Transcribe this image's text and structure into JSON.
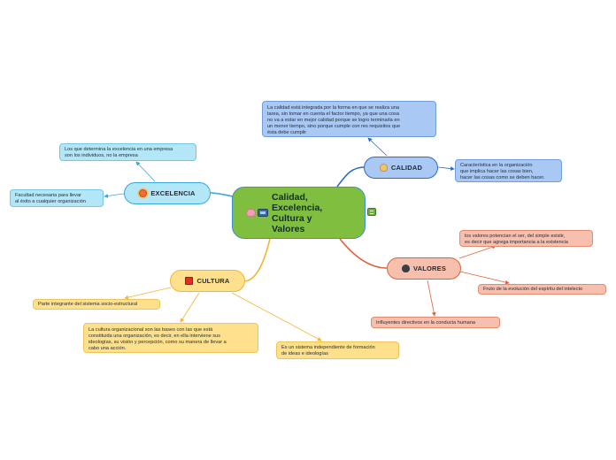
{
  "colors": {
    "center": "#7fbe3f",
    "calidad": "#2c6ac8",
    "excelencia": "#37a9d8",
    "cultura": "#f0b63a",
    "valores": "#e0613c"
  },
  "center": {
    "title": "Calidad,\nExcelencia,\nCultura y\nValores",
    "icons": [
      "brain-icon",
      "screen-icon",
      "note-icon"
    ]
  },
  "branches": {
    "calidad": {
      "label": "CALIDAD",
      "icon": "medal-icon",
      "items": [
        "La calidad está integrada por la forma en que se realiza una\ntarea, sin tomar en cuenta el factor tiempo, ya que una cosa\nno va a estar en mejor calidad porque se logro terminarla en\nun menor tiempo, sino porque cumple con res requisitos que\nésta debe cumplir",
        "Característica en la organización\nque implica hacer las cosas bien,\nhacer las cosas como se deben hacer."
      ]
    },
    "excelencia": {
      "label": "EXCELENCIA",
      "icon": "star-icon",
      "items": [
        "Los que determina la excelencia en una empresa\nson los individuos, no la empresa",
        "Facultad necesaria para llevar\nal éxito a cualquier organización"
      ]
    },
    "cultura": {
      "label": "CULTURA",
      "icon": "book-icon",
      "items": [
        "Parte integrante del sistema socio-estructural",
        "La cultura organizacional son las bases con las que está\nconstituida una organización, es decir, en ella interviene sus\nideologías, su visión y percepción, como su manera de llevar a\ncabo una acción.",
        "Es un sistema independiente de formación\nde ideas e ideologías"
      ]
    },
    "valores": {
      "label": "VALORES",
      "icon": "heart-icon",
      "items": [
        "los valores potencian el ser, del simple existir,\nes decir que agrega importancia a la existencia",
        "Fruto de la evolución del espíritu del intelecto",
        "Influyentes directivos en la conducta humana"
      ]
    }
  }
}
